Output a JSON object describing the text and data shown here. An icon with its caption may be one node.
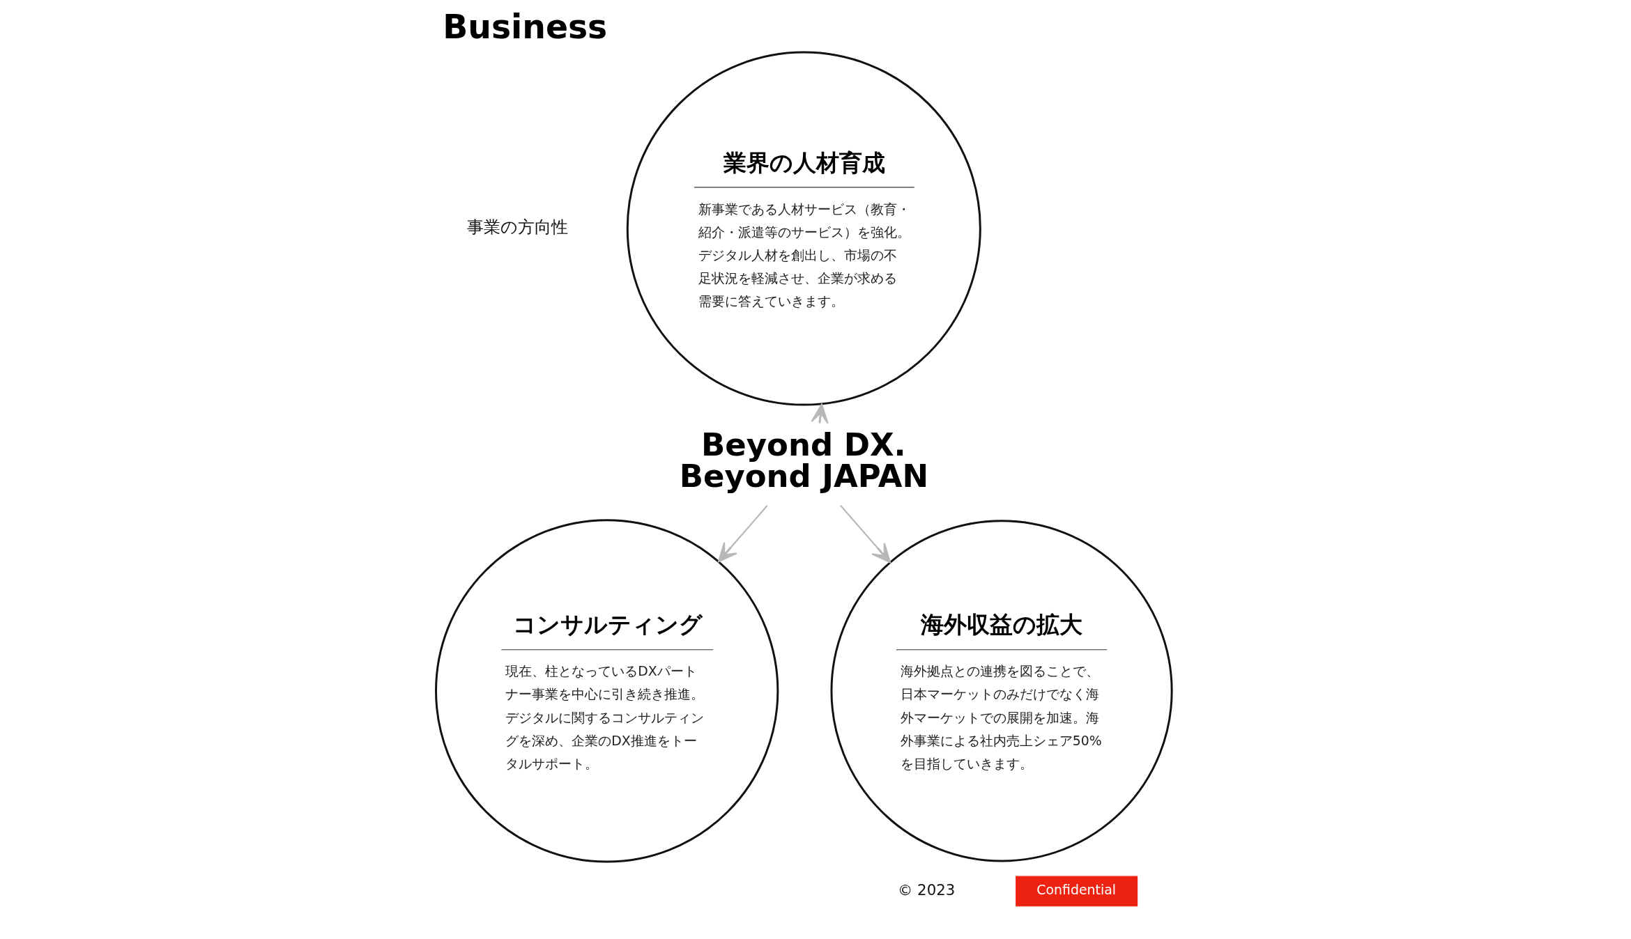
{
  "diagram": {
    "title": "Business",
    "nodes": [
      {
        "text": [
          "業界の人材育成",
          "新事業である人材サービス（教育・紹介・派遣等のサービス）を強化。デジタル人材を創出し、市場の不足状況を軽減させ、企業が求める需要に答えていきます。"
        ]
      },
      {
        "text": [
          "Beyond DX. Beyond JAPAN"
        ]
      },
      {
        "text": [
          "コンサルティング",
          "現在、柱となっているDXパートナー事業を中心に引き続き推進。デジタルに関するコンサルティングを深め、企業のDX推進をトータルサポート。"
        ]
      },
      {
        "text": [
          "海外収益の拡大",
          "海外拠点との連携を図ることで、日本マーケットのみだけでなく海外マーケットでの展開を加速。海外事業による社内売上シェア50%を目指していきます。"
        ]
      },
      {
        "text": [
          "Confidential"
        ]
      }
    ],
    "edges": [
      {
        "from": 1,
        "to": 0,
        "arrow": "to"
      },
      {
        "from": 1,
        "to": 2,
        "arrow": "to"
      },
      {
        "from": 1,
        "to": 3,
        "arrow": "to"
      }
    ],
    "labels": [
      "事業の方向性",
      "© 2023"
    ]
  }
}
